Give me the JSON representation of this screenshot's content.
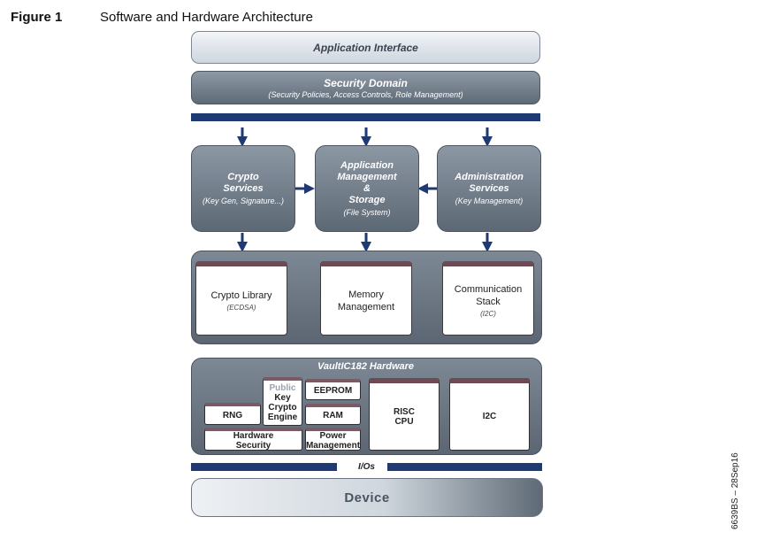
{
  "figure": {
    "label": "Figure 1",
    "title": "Software and Hardware Architecture"
  },
  "application_interface": {
    "label": "Application Interface"
  },
  "security_domain": {
    "label": "Security Domain",
    "sub": "(Security Policies, Access Controls, Role Management)"
  },
  "services": {
    "crypto": {
      "line1": "Crypto",
      "line2": "Services",
      "sub": "(Key Gen, Signature...)"
    },
    "app_mgmt": {
      "line1": "Application",
      "line2": "Management",
      "line3": "&",
      "line4": "Storage",
      "sub": "(File System)"
    },
    "admin": {
      "line1": "Administration",
      "line2": "Services",
      "sub": "(Key Management)"
    }
  },
  "libraries": {
    "crypto_library": {
      "line1": "Crypto Library",
      "sub": "(ECDSA)"
    },
    "memory_management": {
      "line1": "Memory",
      "line2": "Management"
    },
    "communication_stack": {
      "line1": "Communication Stack",
      "sub": "(I2C)"
    }
  },
  "hardware": {
    "title": "VaultIC182 Hardware",
    "rng": "RNG",
    "pke": {
      "line1": "Public",
      "line2": "Key",
      "line3": "Crypto",
      "line4": "Engine"
    },
    "eeprom": "EEPROM",
    "ram": "RAM",
    "hw_security": {
      "line1": "Hardware",
      "line2": "Security"
    },
    "power_mgmt": {
      "line1": "Power",
      "line2": "Management"
    },
    "risc_cpu": {
      "line1": "RISC",
      "line2": "CPU"
    },
    "i2c": "I2C"
  },
  "ios": {
    "label": "I/Os"
  },
  "device": {
    "label": "Device"
  },
  "side_code": "6639BS – 28Sep16"
}
